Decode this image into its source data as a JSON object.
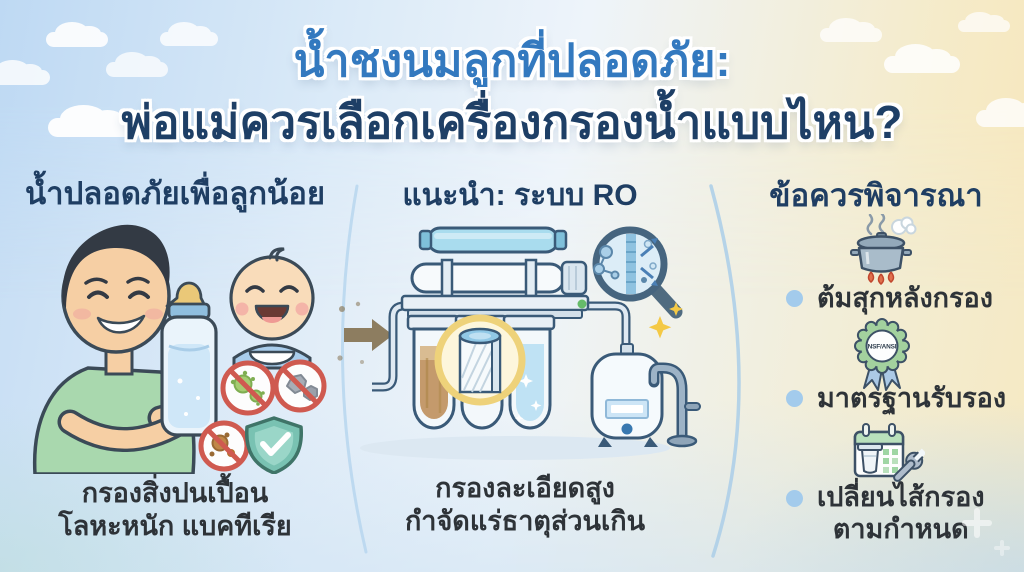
{
  "title": {
    "line1": "น้ำชงนมลูกที่ปลอดภัย:",
    "line2": "พ่อแม่ควรเลือกเครื่องกรองน้ำแบบไหน?"
  },
  "sections": {
    "safe_water": {
      "heading": "น้ำปลอดภัยเพื่อลูกน้อย",
      "caption_line1": "กรองสิ่งปนเปื้อน",
      "caption_line2": "โลหะหนัก แบคทีเรีย",
      "illustration": "parent-holding-baby-bottle-with-baby-face-and-no-contaminant-icons"
    },
    "recommended_ro": {
      "heading": "แนะนำ: ระบบ RO",
      "caption_line1": "กรองละเอียดสูง",
      "caption_line2": "กำจัดแร่ธาตุส่วนเกิน",
      "illustration": "reverse-osmosis-filter-system-with-tank-faucet-and-membrane-magnifier"
    },
    "considerations": {
      "heading": "ข้อควรพิจารณา",
      "items": [
        {
          "icon": "boiling-pot-icon",
          "label": "ต้มสุกหลังกรอง"
        },
        {
          "icon": "certification-badge-icon",
          "badge_text": "NSF/ANSI",
          "label": "มาตรฐานรับรอง"
        },
        {
          "icon": "filter-change-calendar-icon",
          "label_line1": "เปลี่ยนไส้กรอง",
          "label_line2": "ตามกำหนด"
        }
      ]
    }
  },
  "colors": {
    "title_line1": "#3379bf",
    "title_line2": "#1e3f66",
    "heading": "#1f3e63",
    "caption": "#2e3338",
    "bullet": "#a3cbec",
    "divider": "#b7d6ee",
    "sky_left": "#c5ddf4",
    "sky_right": "#f6e9c2",
    "prohibition_red": "#cf5a50",
    "shield_teal": "#79c2b2",
    "magnifier_highlight_yellow": "#eed27a"
  }
}
